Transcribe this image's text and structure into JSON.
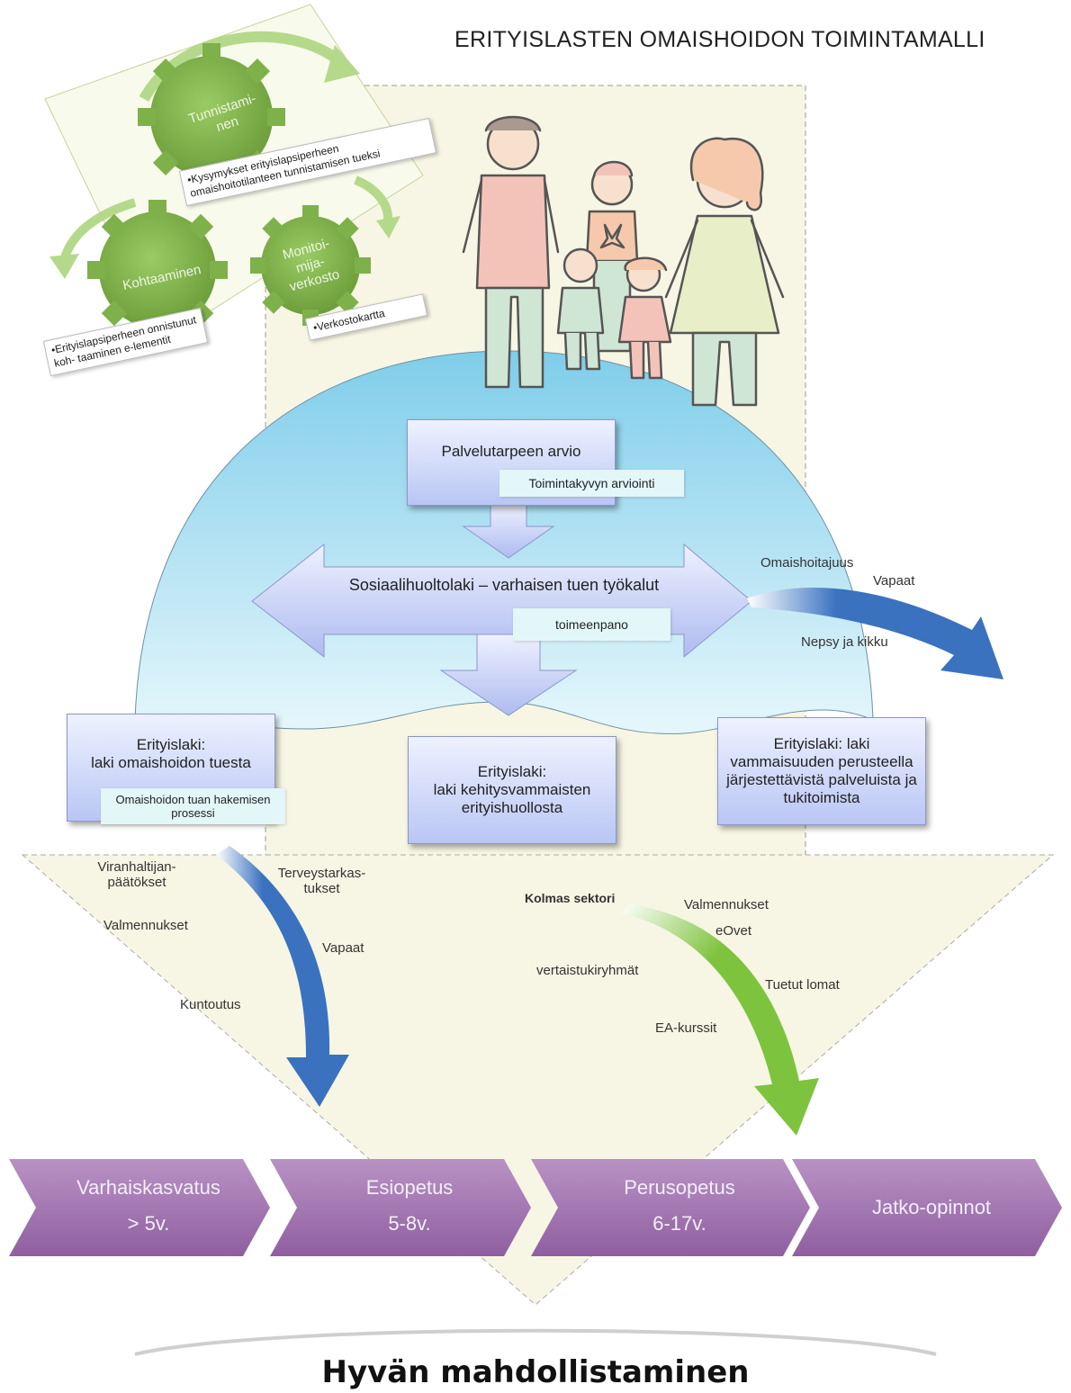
{
  "title": "ERITYISLASTEN OMAISHOIDON TOIMINTAMALLI",
  "gears": [
    {
      "label": "Tunnistami- nen",
      "note": "•Kysymykset erityislapsiperheen omaishoitotilanteen tunnistamisen tueksi"
    },
    {
      "label": "Kohtaaminen",
      "note": "•Erityislapsiperheen onnistunut koh- taaminen e-lementit"
    },
    {
      "label": "Monitoi- mija- verkosto",
      "note": "•Verkostokartta"
    }
  ],
  "center": {
    "box_top": "Palvelutarpeen arvio",
    "box_top_sub": "Toimintakyvyn arviointi",
    "arrow_label": "Sosiaalihuoltolaki – varhaisen tuen työkalut",
    "arrow_sub": "toimeenpano"
  },
  "right_arrow_words": [
    "Omaishoitajuus",
    "Vapaat",
    "Nepsy ja kikku"
  ],
  "laws": [
    {
      "line1": "Erityislaki:",
      "line2": "laki omaishoidon tuesta",
      "sub": "Omaishoidon tuan hakemisen prosessi"
    },
    {
      "line1": "Erityislaki:",
      "line2": "laki kehitysvammaisten erityishuollosta"
    },
    {
      "line1": "Erityislaki: laki",
      "line2": "vammaisuuden perusteella järjestettävistä palveluista ja tukitoimista"
    }
  ],
  "left_words": [
    "Viranhaltijan- päätökset",
    "Valmennukset",
    "Kuntoutus",
    "Terveystarkas- tukset",
    "Vapaat"
  ],
  "right_words": {
    "heading": "Kolmas sektori",
    "items": [
      "Valmennukset",
      "eOvet",
      "vertaistukiryhmät",
      "Tuetut lomat",
      "EA-kurssit"
    ]
  },
  "stages": [
    {
      "name": "Varhaiskasvatus",
      "age": "> 5v."
    },
    {
      "name": "Esiopetus",
      "age": "5-8v."
    },
    {
      "name": "Perusopetus",
      "age": "6-17v."
    },
    {
      "name": "Jatko-opinnot",
      "age": ""
    }
  ],
  "footer": "Hyvän mahdollistaminen",
  "colors": {
    "gear_green": "#7fb14a",
    "panel_cream": "#f7f6e4",
    "dome_blue": "#8fd6f0",
    "law_box": "#c3cff5",
    "arrow_blue": "#3a72c0",
    "arrow_green": "#7ec33e",
    "chevron_purple": "#a77bb3"
  },
  "icons": [
    "gear-icon",
    "family-illustration-icon",
    "cycle-arrow-icon"
  ]
}
